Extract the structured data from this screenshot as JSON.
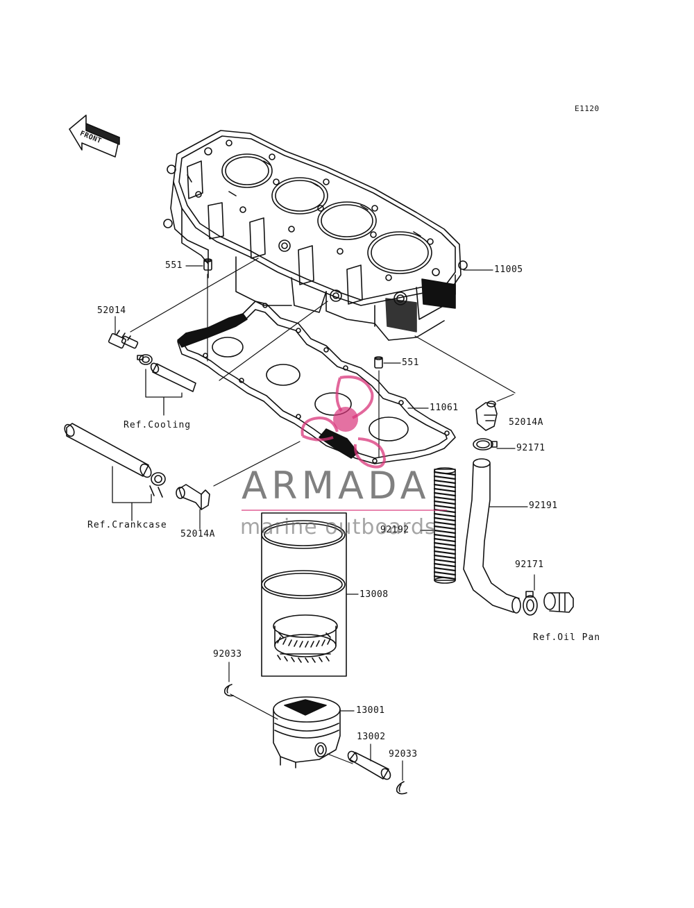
{
  "diagram_id": "E1120",
  "front_label": "FRONT",
  "parts": {
    "p551_top": "551",
    "p11005": "11005",
    "p52014": "52014",
    "p551_mid": "551",
    "p11061": "11061",
    "p52014A_right": "52014A",
    "p92171_top": "92171",
    "p92191": "92191",
    "p52014A_left": "52014A",
    "p92192": "92192",
    "p13008": "13008",
    "p92171_bottom": "92171",
    "p92033_left": "92033",
    "p13001": "13001",
    "p13002": "13002",
    "p92033_right": "92033"
  },
  "refs": {
    "cooling": "Ref.Cooling",
    "crankcase": "Ref.Crankcase",
    "oil_pan": "Ref.Oil Pan"
  },
  "watermark": {
    "brand": "ARMADA",
    "tagline": "marine outboards",
    "accent_color": "#d9357a",
    "text_color": "#6a6a6a"
  }
}
